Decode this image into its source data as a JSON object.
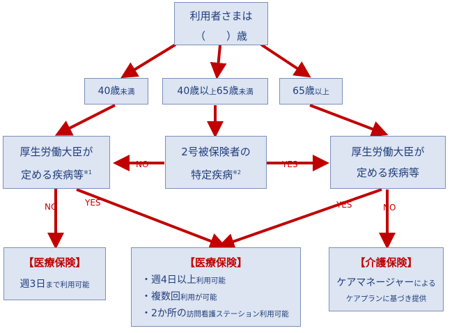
{
  "root": {
    "line1": "利用者さまは",
    "line2": "（　　）歳"
  },
  "ages": {
    "under40_num": "40歳",
    "under40_suffix": "未満",
    "range_prefix": "40歳以",
    "range_mid": "上",
    "range_num": "65歳",
    "range_suffix": "未満",
    "over65_num": "65歳",
    "over65_suffix": "以上"
  },
  "left_box": {
    "line1": "厚生労働大臣が",
    "line2": "定める疾病等",
    "note": "※1"
  },
  "center_box": {
    "line1": "2号被保険者の",
    "line2": "特定疾病",
    "note": "※2"
  },
  "right_box": {
    "line1": "厚生労働大臣が",
    "line2": "定める疾病等"
  },
  "labels": {
    "no_left": "NO",
    "yes_right": "YES",
    "no_down_left": "NO",
    "yes_down_left": "YES",
    "yes_down_right": "YES",
    "no_down_right": "NO"
  },
  "results": {
    "left_title": "【医療保険】",
    "left_line_main": "週3日",
    "left_line_small": "まで利用可能",
    "center_title": "【医療保険】",
    "center_items": [
      {
        "main": "・週4日以上",
        "small": "利用可能"
      },
      {
        "main": "・複数回",
        "small": "利用が可能"
      },
      {
        "main": "・2か所の",
        "small": "訪問看護ステーション利用可能"
      }
    ],
    "right_title": "【介護保険】",
    "right_line1_main": "ケアマネージャー",
    "right_line1_small": "による",
    "right_line2": "ケアプランに基づき提供"
  },
  "colors": {
    "arrow": "#c00000",
    "box_fill": "#dde4f2",
    "box_border": "#7b8fb8",
    "text": "#1f3d7a"
  }
}
